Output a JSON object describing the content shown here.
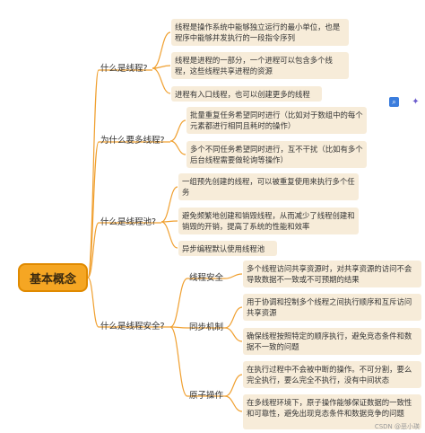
{
  "root": {
    "label": "基本概念"
  },
  "branches": [
    {
      "title": "什么是线程?",
      "leaves": [
        "线程是操作系统中能够独立运行的最小单位，也是程序中能够并发执行的一段指令序列",
        "线程是进程的一部分，一个进程可以包含多个线程，这些线程共享进程的资源",
        "进程有入口线程，也可以创建更多的线程"
      ]
    },
    {
      "title": "为什么要多线程?",
      "leaves": [
        "批量重复任务希望同时进行（比如对于数组中的每个元素都进行相同且耗时的操作）",
        "多个不同任务希望同时进行，互不干扰（比如有多个后台线程需要做轮询等操作）"
      ]
    },
    {
      "title": "什么是线程池?",
      "leaves": [
        "一组预先创建的线程，可以被重复使用来执行多个任务",
        "避免频繁地创建和销毁线程，从而减少了线程创建和销毁的开销，提高了系统的性能和效率",
        "异步编程默认使用线程池"
      ]
    },
    {
      "title": "什么是线程安全?",
      "children": [
        {
          "title": "线程安全",
          "leaves": [
            "多个线程访问共享资源时，对共享资源的访问不会导致数据不一致或不可预期的结果"
          ]
        },
        {
          "title": "同步机制",
          "leaves": [
            "用于协调和控制多个线程之间执行顺序和互斥访问共享资源",
            "确保线程按照特定的顺序执行，避免竞态条件和数据不一致的问题"
          ]
        },
        {
          "title": "原子操作",
          "leaves": [
            "在执行过程中不会被中断的操作。不可分割，要么完全执行，要么完全不执行，没有中间状态",
            "在多线程环境下，原子操作能够保证数据的一致性和可靠性，避免出现竞态条件和数据竞争的问题"
          ]
        }
      ]
    }
  ],
  "watermark": "CSDN @恶小瑛",
  "colors": {
    "root_fill": "#f5a623",
    "leaf_fill": "#f7ecd9",
    "line": "#f0a030"
  },
  "toolbar": {
    "icons": [
      "search-icon",
      "sparkle-icon"
    ]
  }
}
